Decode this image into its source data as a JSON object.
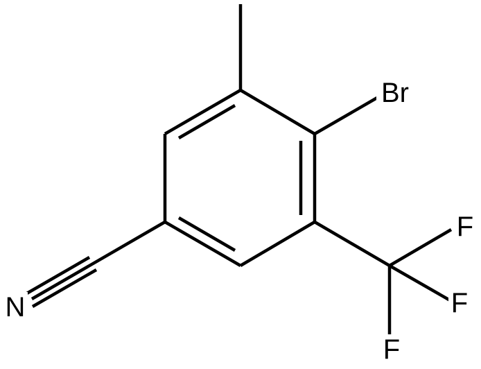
{
  "molecule": {
    "atoms": {
      "bromine": "Br",
      "nitrogen": "N",
      "fluorine_1": "F",
      "fluorine_2": "F",
      "fluorine_3": "F"
    },
    "colors": {
      "bond": "#000000",
      "label": "#000000",
      "background": "#ffffff"
    }
  }
}
